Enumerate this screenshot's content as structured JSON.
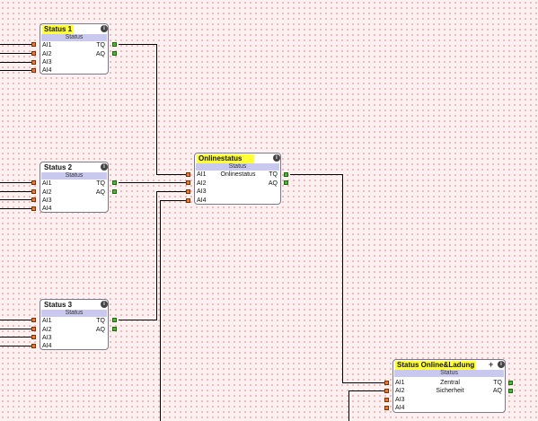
{
  "blocks": {
    "status1": {
      "title": "Status 1",
      "type": "Status",
      "inputs": [
        "AI1",
        "AI2",
        "AI3",
        "AI4"
      ],
      "outputs": [
        "TQ",
        "AQ"
      ]
    },
    "status2": {
      "title": "Status 2",
      "type": "Status",
      "inputs": [
        "AI1",
        "AI2",
        "AI3",
        "AI4"
      ],
      "outputs": [
        "TQ",
        "AQ"
      ]
    },
    "status3": {
      "title": "Status 3",
      "type": "Status",
      "inputs": [
        "AI1",
        "AI2",
        "AI3",
        "AI4"
      ],
      "outputs": [
        "TQ",
        "AQ"
      ]
    },
    "onlinestatus": {
      "title": "Onlinestatus",
      "type": "Status",
      "inputs": [
        "AI1",
        "AI2",
        "AI3",
        "AI4"
      ],
      "outputs": [
        "TQ",
        "AQ"
      ],
      "center_label": "Onlinestatus"
    },
    "online_ladung": {
      "title": "Status Online&Ladung",
      "type": "Status",
      "inputs": [
        "AI1",
        "AI2",
        "AI3",
        "AI4"
      ],
      "outputs": [
        "TQ",
        "AQ"
      ],
      "center_line1": "Zentral",
      "center_line2": "Sicherheit",
      "plus": "+"
    }
  },
  "info_glyph": "i",
  "icons": {
    "info": "info-icon",
    "plus": "plus-icon"
  },
  "colors": {
    "highlight": "#ffff33",
    "input_pin": "#ee7733",
    "output_pin": "#44bb33",
    "type_bar": "#c9c9ef",
    "grid_dot": "#e7a9a9"
  }
}
